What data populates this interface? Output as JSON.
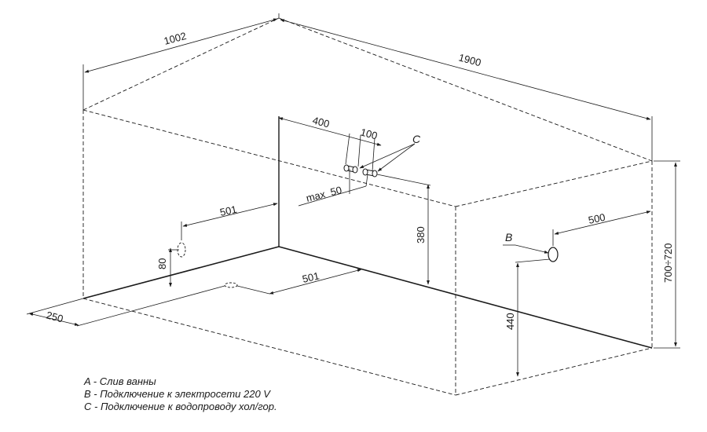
{
  "dimensions": {
    "depth": "1002",
    "length": "1900",
    "c_offset": "400",
    "c_spacing": "100",
    "c_height_tolerance": "max  50",
    "drain_offset_top": "501",
    "drain_offset_floor": "501",
    "drain_height": "80",
    "drain_side": "250",
    "c_height": "380",
    "b_offset": "500",
    "b_height": "440",
    "total_height": "700÷720"
  },
  "callouts": {
    "c_label": "C",
    "b_label": "B"
  },
  "legend": [
    "A - Слив ванны",
    "B - Подключение к электросети 220 V",
    "C - Подключение к водопроводу хол/гор."
  ],
  "colors": {
    "line": "#1a1a1a",
    "background": "#ffffff"
  }
}
